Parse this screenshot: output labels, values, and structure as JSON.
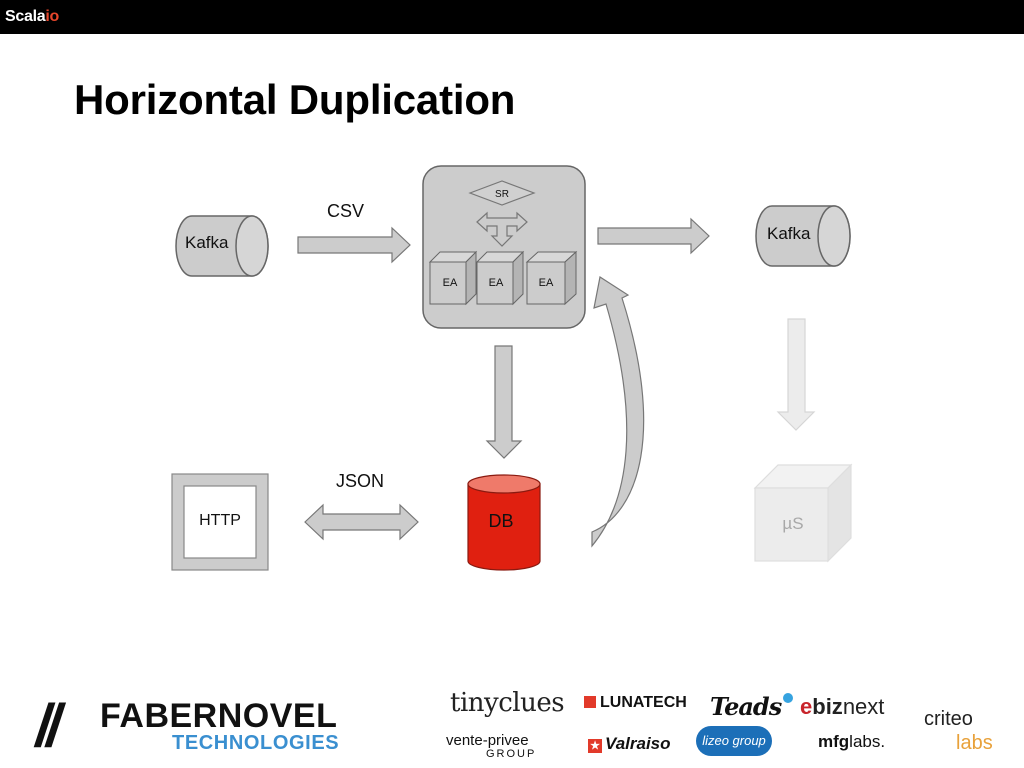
{
  "header": {
    "brand_main": "Scala",
    "brand_accent": "io"
  },
  "slide": {
    "title": "Horizontal Duplication"
  },
  "diagram": {
    "kafka_in": "Kafka",
    "kafka_out": "Kafka",
    "csv_label": "CSV",
    "json_label": "JSON",
    "router": "SR",
    "actors": [
      "EA",
      "EA",
      "EA"
    ],
    "http": "HTTP",
    "db": "DB",
    "microservice": "µS",
    "colors": {
      "db_red": "#e02010",
      "box_gray": "#cccccc",
      "faded": "#ececec"
    }
  },
  "logos": {
    "fabernovel": {
      "slashes": "//",
      "name": "FABERNOVEL",
      "sub": "TECHNOLOGIES"
    },
    "tinyclues": "tinyclues",
    "lunatech": "LUNATECH",
    "teads": "Teads",
    "ebiznext": {
      "e": "e",
      "biz": "biz",
      "next": "next"
    },
    "criteo": "criteo",
    "labs": "labs",
    "vente_privee": "vente-privee",
    "vente_privee_sub": "GROUP",
    "valraiso": "Valraiso",
    "lizeo": "lizeo group",
    "mfglabs": {
      "bold": "mfg",
      "thin": "labs."
    }
  }
}
